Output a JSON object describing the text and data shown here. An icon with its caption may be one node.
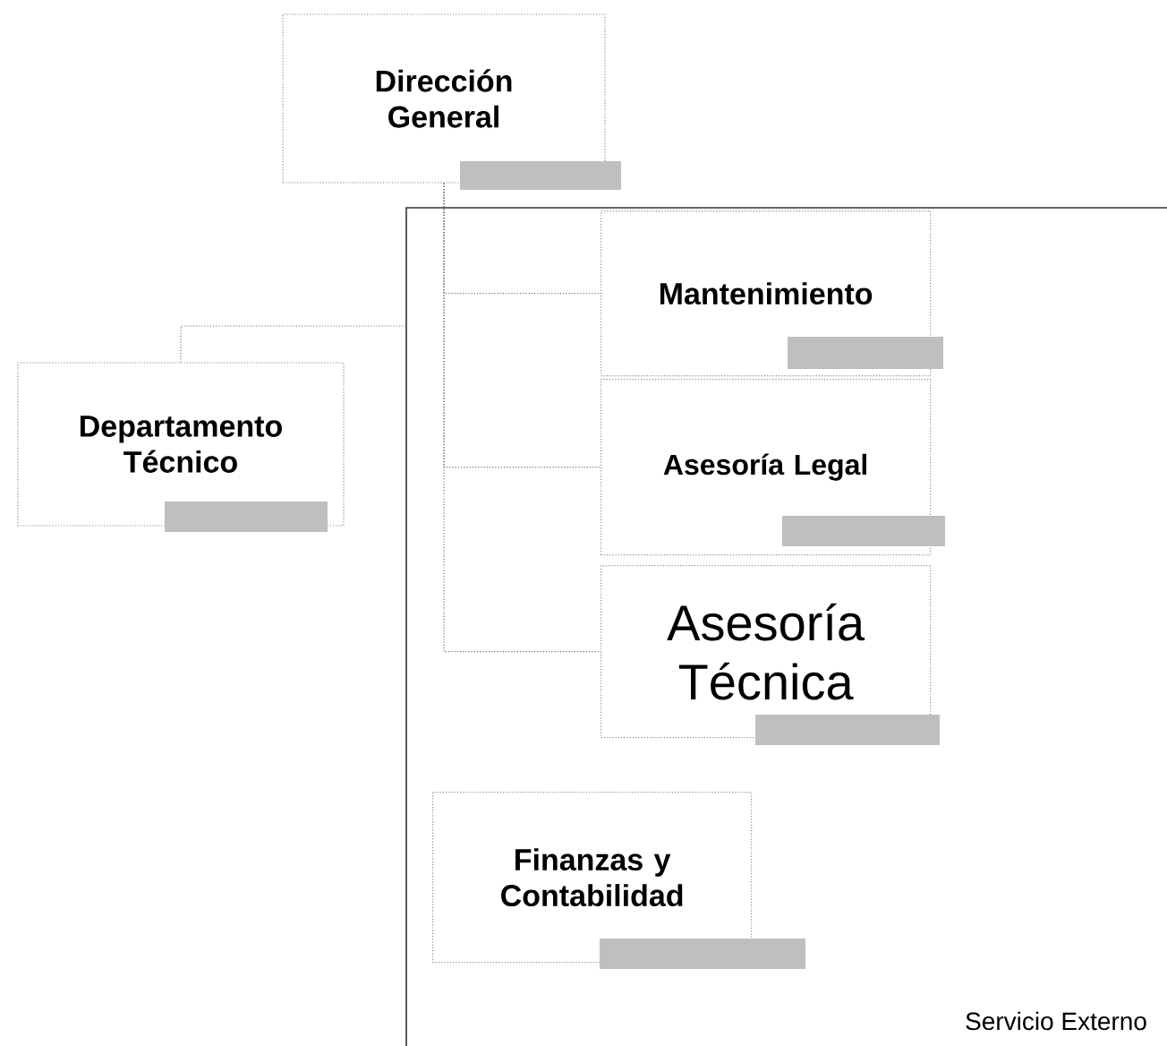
{
  "diagram": {
    "nodes": [
      {
        "text": [
          "Dirección General"
        ]
      },
      {
        "text": [],
        "shape": "box"
      },
      {
        "text": [
          "Departamento Técnico"
        ]
      },
      {
        "text": [
          "Mantenimiento"
        ],
        "in": 1
      },
      {
        "text": [
          "Asesoría Legal"
        ],
        "in": 1
      },
      {
        "text": [
          "Asesoría Técnica"
        ],
        "in": 1
      },
      {
        "text": [
          "Finanzas y Contabilidad"
        ],
        "in": 1
      }
    ],
    "edges": [
      {
        "from": 1,
        "to": 2,
        "arrow": "none"
      },
      {
        "from": 0,
        "to": 3,
        "arrow": "none"
      },
      {
        "from": 0,
        "to": 4,
        "arrow": "none"
      },
      {
        "from": 0,
        "to": 5,
        "arrow": "none"
      }
    ],
    "labels": [
      "Servicio Externo"
    ]
  }
}
